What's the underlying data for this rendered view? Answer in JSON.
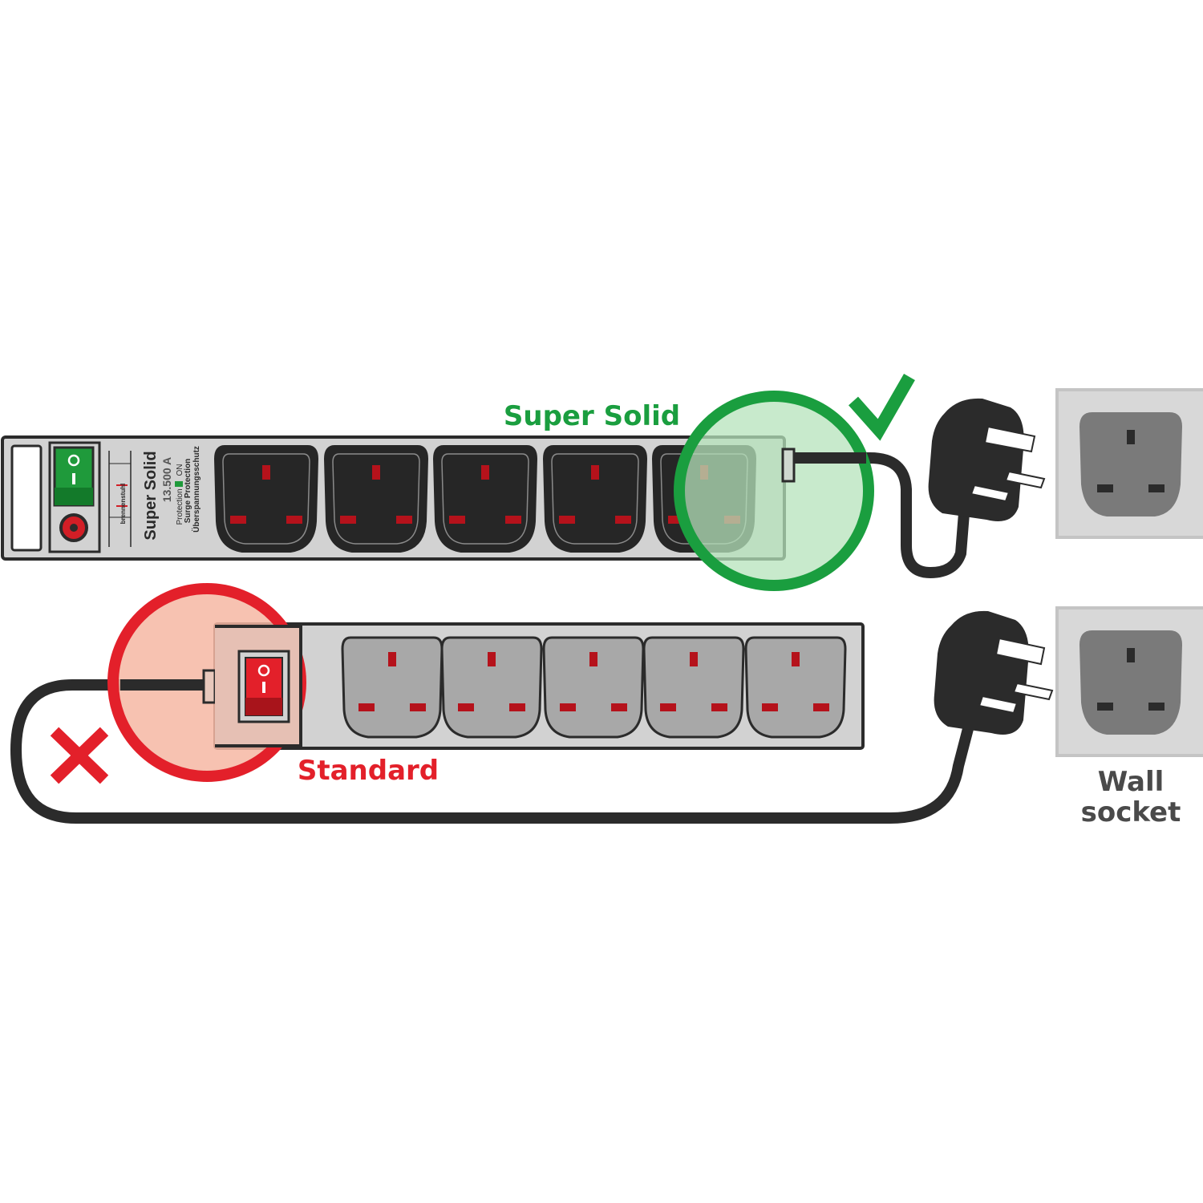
{
  "labels": {
    "super_solid": "Super Solid",
    "standard": "Standard",
    "wall_socket_line1": "Wall",
    "wall_socket_line2": "socket"
  },
  "super_solid_strip": {
    "product_name": "Super Solid",
    "rating": "13.500 A",
    "brand": "brennenstuhl",
    "line_protection": "Protection",
    "line_on": "ON",
    "line_surge": "Surge Protection",
    "line_german": "Überspannungsschutz",
    "outlet_count": 5
  },
  "standard_strip": {
    "outlet_count": 5
  },
  "colors": {
    "good": "#1a9e3f",
    "good_fill": "#b5e3bb",
    "bad": "#e3202a",
    "bad_fill": "#f6b7a3",
    "strip_body": "#d2d2d2",
    "outline": "#2b2b2b",
    "socket_dark": "#262626",
    "socket_grey": "#a8a8a8",
    "pin_red": "#b5121b",
    "wall_text": "#4a4a4a"
  }
}
